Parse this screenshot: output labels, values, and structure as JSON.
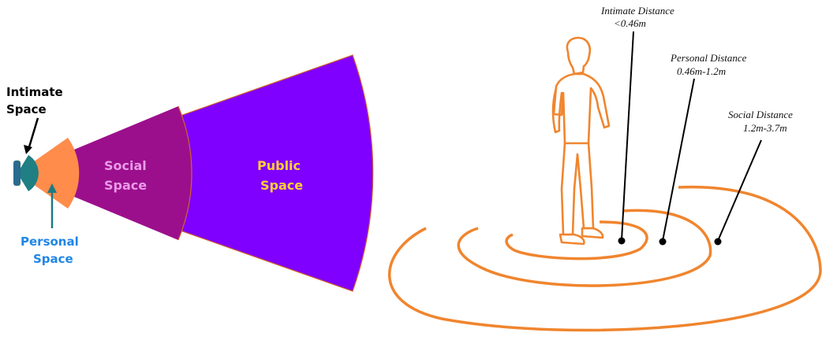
{
  "left_diagram": {
    "zones": [
      {
        "name_line1": "Intimate",
        "name_line2": "Space",
        "fill": "#1f7f82",
        "label_color": "#000000"
      },
      {
        "name_line1": "Personal",
        "name_line2": "Space",
        "fill": "#ff8c4a",
        "label_color": "#1f86e6"
      },
      {
        "name_line1": "Social",
        "name_line2": "Space",
        "fill": "#9c0f8c",
        "label_color": "#e99be8"
      },
      {
        "name_line1": "Public",
        "name_line2": "Space",
        "fill": "#8000ff",
        "label_color": "#ffd033"
      }
    ],
    "head_color": "#f3eeb6",
    "outline_color": "#d0622f"
  },
  "right_diagram": {
    "ring_color": "#f0852e",
    "labels": [
      {
        "title": "Intimate Distance",
        "range": "<0.46m"
      },
      {
        "title": "Personal Distance",
        "range": "0.46m-1.2m"
      },
      {
        "title": "Social Distance",
        "range": "1.2m-3.7m"
      }
    ]
  }
}
